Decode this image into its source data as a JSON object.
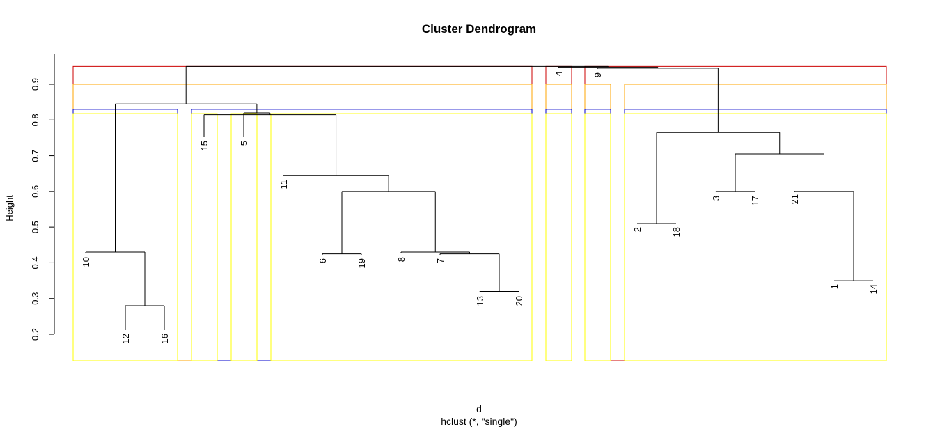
{
  "chart_data": {
    "type": "dendrogram",
    "title": "Cluster Dendrogram",
    "ylabel": "Height",
    "xlabel": "d",
    "sublabel": "hclust (*, \"single\")",
    "ylim": [
      0.2,
      0.95
    ],
    "yticks": [
      0.2,
      0.3,
      0.4,
      0.5,
      0.6,
      0.7,
      0.8,
      0.9
    ],
    "leaves": [
      "10",
      "12",
      "16",
      "15",
      "5",
      "11",
      "6",
      "19",
      "8",
      "7",
      "13",
      "20",
      "4",
      "9",
      "2",
      "18",
      "3",
      "17",
      "21",
      "1",
      "14"
    ],
    "merges": [
      {
        "a": "12",
        "b": "16",
        "height": 0.28
      },
      {
        "a": "10",
        "b": "(12,16)",
        "height": 0.43
      },
      {
        "a": "6",
        "b": "19",
        "height": 0.425
      },
      {
        "a": "13",
        "b": "20",
        "height": 0.32
      },
      {
        "a": "7",
        "b": "(13,20)",
        "height": 0.425
      },
      {
        "a": "8",
        "b": "(7,13,20)",
        "height": 0.43
      },
      {
        "a": "(6,19)",
        "b": "(8,7,13,20)",
        "height": 0.6
      },
      {
        "a": "11",
        "b": "(6,19,8,7,13,20)",
        "height": 0.645
      },
      {
        "a": "15",
        "b": "(11,...)",
        "height": 0.815
      },
      {
        "a": "5",
        "b": "(15,11,...)",
        "height": 0.82
      },
      {
        "a": "(10,12,16)",
        "b": "(15,5,11,...)",
        "height": 0.845
      },
      {
        "a": "1",
        "b": "14",
        "height": 0.35
      },
      {
        "a": "21",
        "b": "(1,14)",
        "height": 0.6
      },
      {
        "a": "3",
        "b": "17",
        "height": 0.6
      },
      {
        "a": "(3,17)",
        "b": "(21,1,14)",
        "height": 0.705
      },
      {
        "a": "2",
        "b": "18",
        "height": 0.51
      },
      {
        "a": "(2,18)",
        "b": "(3,17,21,1,14)",
        "height": 0.765
      },
      {
        "a": "9",
        "b": "(2,18,3,17,21,1,14)",
        "height": 0.945
      },
      {
        "a": "4",
        "b": "(9,...)",
        "height": 0.948
      },
      {
        "a": "(10,...)",
        "b": "(4,9,...)",
        "height": 0.95
      }
    ],
    "cut_boxes": [
      {
        "k": 4,
        "height": 0.95,
        "color": "#cc0000",
        "groups": [
          [
            "10",
            "12",
            "16",
            "15",
            "5",
            "11",
            "6",
            "19",
            "8",
            "7",
            "13",
            "20"
          ],
          [
            "4"
          ],
          [
            "9",
            "2",
            "18",
            "3",
            "17",
            "21",
            "1",
            "14"
          ]
        ]
      },
      {
        "k": 5,
        "height": 0.9,
        "color": "#ffa500",
        "groups": [
          [
            "10",
            "12",
            "16",
            "15",
            "5",
            "11",
            "6",
            "19",
            "8",
            "7",
            "13",
            "20"
          ],
          [
            "4"
          ],
          [
            "9"
          ],
          [
            "2",
            "18",
            "3",
            "17",
            "21",
            "1",
            "14"
          ]
        ]
      },
      {
        "k": 7,
        "height": 0.83,
        "color": "#0000cc",
        "groups": [
          [
            "10",
            "12",
            "16"
          ],
          [
            "15",
            "5",
            "11",
            "6",
            "19",
            "8",
            "7",
            "13",
            "20"
          ],
          [
            "4"
          ],
          [
            "9"
          ],
          [
            "2",
            "18",
            "3",
            "17",
            "21",
            "1",
            "14"
          ]
        ]
      },
      {
        "k": 9,
        "height": 0.818,
        "color": "#ffff00",
        "groups": [
          [
            "10",
            "12",
            "16"
          ],
          [
            "15"
          ],
          [
            "5"
          ],
          [
            "11",
            "6",
            "19",
            "8",
            "7",
            "13",
            "20"
          ],
          [
            "4"
          ],
          [
            "9"
          ],
          [
            "2",
            "18",
            "3",
            "17",
            "21",
            "1",
            "14"
          ]
        ]
      }
    ]
  }
}
